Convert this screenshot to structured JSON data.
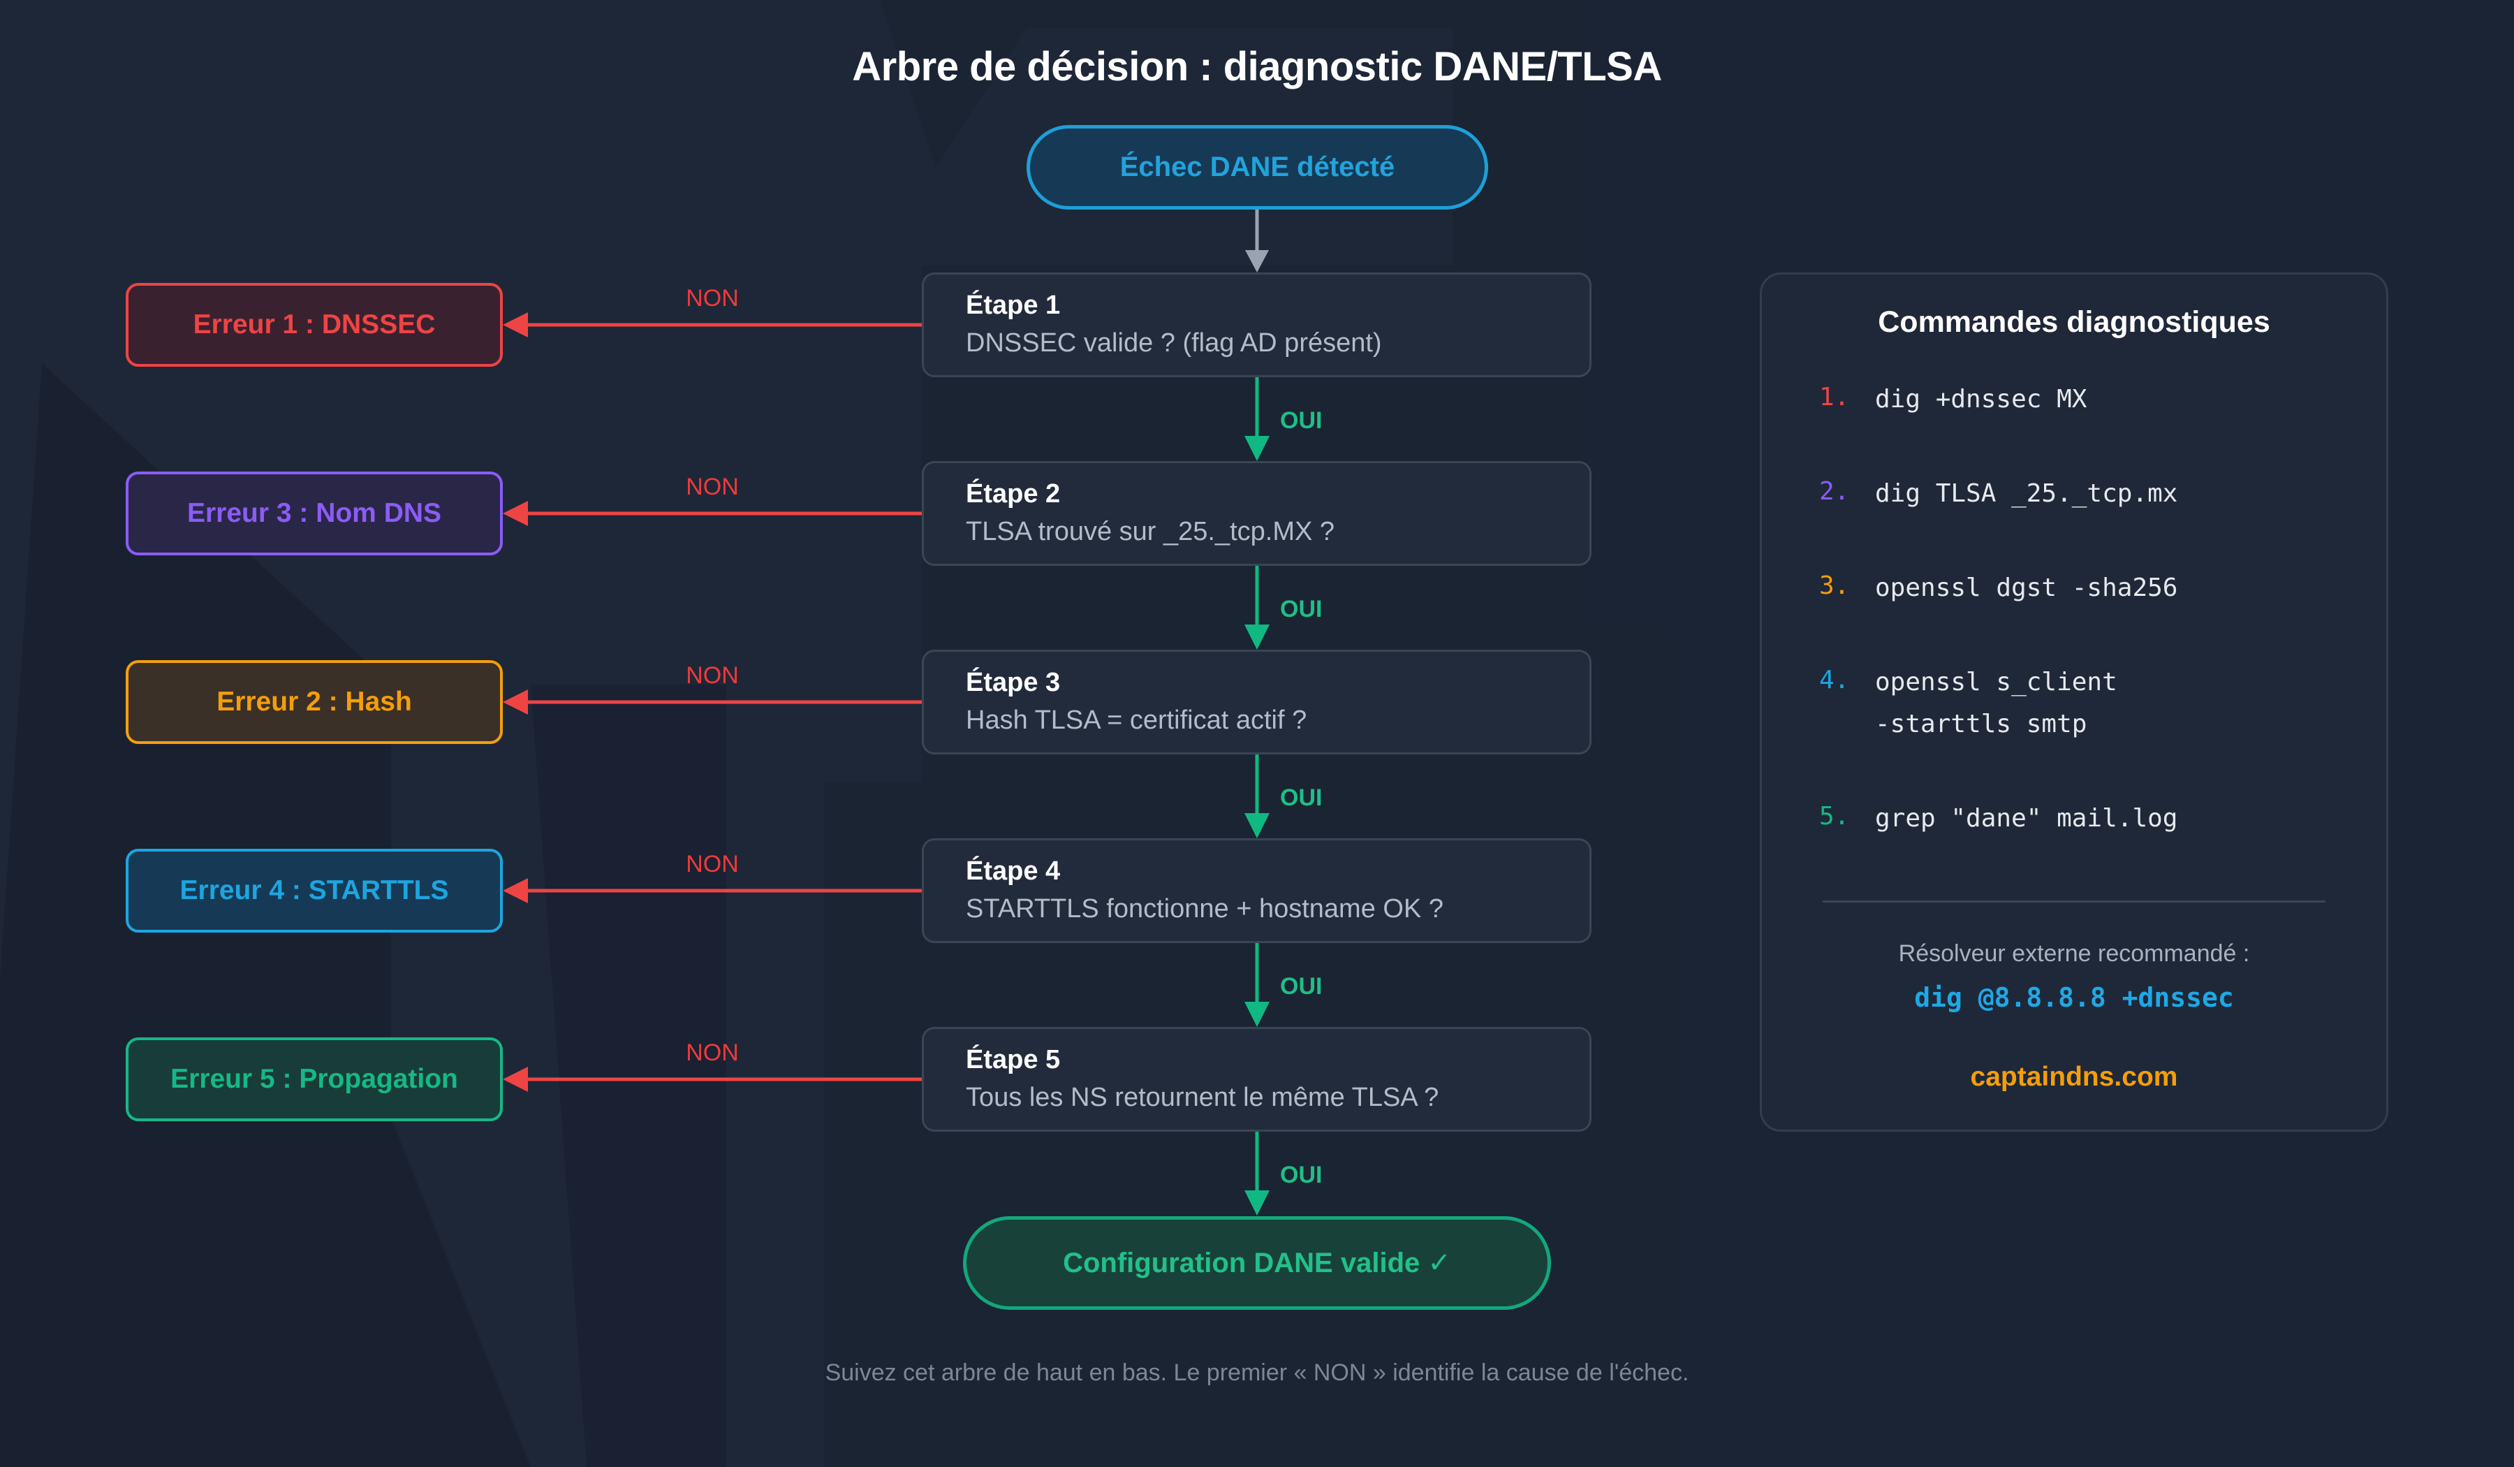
{
  "title": "Arbre de décision : diagnostic DANE/TLSA",
  "start": "Échec DANE détecté",
  "steps": [
    {
      "title": "Étape 1",
      "question": "DNSSEC valide ? (flag AD présent)"
    },
    {
      "title": "Étape 2",
      "question": "TLSA trouvé sur _25._tcp.MX ?"
    },
    {
      "title": "Étape 3",
      "question": "Hash TLSA = certificat actif ?"
    },
    {
      "title": "Étape 4",
      "question": "STARTTLS fonctionne + hostname OK ?"
    },
    {
      "title": "Étape 5",
      "question": "Tous les NS retournent le même TLSA ?"
    }
  ],
  "errors": [
    {
      "label": "Erreur 1 : DNSSEC",
      "color": "#ef4444",
      "bg": "#3a2130"
    },
    {
      "label": "Erreur 3 : Nom DNS",
      "color": "#8b5cf6",
      "bg": "#2a2648"
    },
    {
      "label": "Erreur 2 : Hash",
      "color": "#f59e0b",
      "bg": "#3a3027"
    },
    {
      "label": "Erreur 4 : STARTTLS",
      "color": "#1ea5e0",
      "bg": "#163a55"
    },
    {
      "label": "Erreur 5 : Propagation",
      "color": "#16b886",
      "bg": "#183d39"
    }
  ],
  "no_label": "NON",
  "yes_label": "OUI",
  "end": "Configuration DANE valide ✓",
  "panel": {
    "title": "Commandes diagnostiques",
    "commands": [
      {
        "num": "1.",
        "color": "#ef4444",
        "lines": [
          "dig +dnssec MX"
        ]
      },
      {
        "num": "2.",
        "color": "#8b5cf6",
        "lines": [
          "dig TLSA _25._tcp.mx"
        ]
      },
      {
        "num": "3.",
        "color": "#f59e0b",
        "lines": [
          "openssl dgst -sha256"
        ]
      },
      {
        "num": "4.",
        "color": "#1ea5e0",
        "lines": [
          "openssl s_client",
          "-starttls smtp"
        ]
      },
      {
        "num": "5.",
        "color": "#16b886",
        "lines": [
          "grep \"dane\" mail.log"
        ]
      }
    ],
    "resolver_label": "Résolveur externe recommandé :",
    "resolver_cmd": "dig @8.8.8.8 +dnssec",
    "site": "captaindns.com"
  },
  "footer": "Suivez cet arbre de haut en bas. Le premier « NON » identifie la cause de l'échec.",
  "colors": {
    "no_arrow": "#ef4444",
    "yes_arrow": "#10b981",
    "start_arrow": "#9aa3b2"
  }
}
